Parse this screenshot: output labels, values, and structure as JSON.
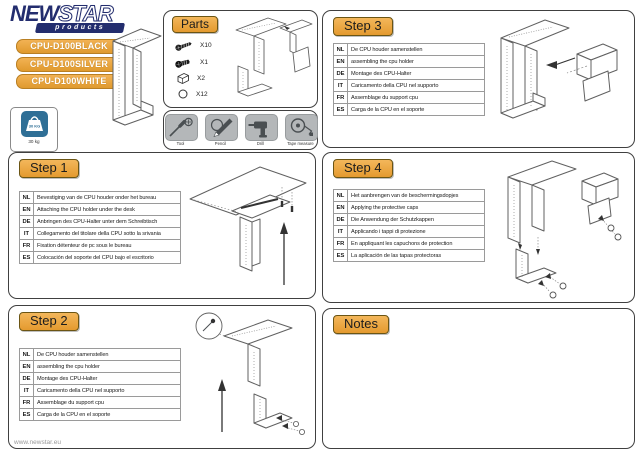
{
  "brand": {
    "logo_new": "NEW",
    "logo_star": "STAR",
    "logo_sub": "products",
    "website": "www.newstar.eu"
  },
  "products": {
    "black": "CPU-D100BLACK",
    "silver": "CPU-D100SILVER",
    "white": "CPU-D100WHITE"
  },
  "weight": {
    "badge": "30 KG",
    "caption": "30 kg"
  },
  "parts": {
    "title": "Parts",
    "items": [
      {
        "icon": "screw-icon",
        "qty": "X10"
      },
      {
        "icon": "bolt-icon",
        "qty": "X1"
      },
      {
        "icon": "nut-icon",
        "qty": "X2"
      },
      {
        "icon": "cap-icon",
        "qty": "X12"
      }
    ]
  },
  "tools": {
    "items": [
      {
        "icon": "screwdriver-icon",
        "label": "Tool"
      },
      {
        "icon": "pencil-icon",
        "label": "Pencil"
      },
      {
        "icon": "drill-icon",
        "label": "Drill"
      },
      {
        "icon": "tape-measure-icon",
        "label": "Tape measure"
      }
    ]
  },
  "steps": [
    {
      "title": "Step 1",
      "rows": [
        {
          "code": "NL",
          "text": "Bevestiging van de CPU houder  onder het bureau"
        },
        {
          "code": "EN",
          "text": "Attaching the CPU holder under the desk"
        },
        {
          "code": "DE",
          "text": "Anbringen des CPU-Halter unter dem Schreibtisch"
        },
        {
          "code": "IT",
          "text": "Collegamento del titolare della CPU sotto la srivania"
        },
        {
          "code": "FR",
          "text": "Fixation détenteur de pc  sous le bureau"
        },
        {
          "code": "ES",
          "text": "Colocación del soporte del CPU bajo el escritorio"
        }
      ]
    },
    {
      "title": "Step 2",
      "rows": [
        {
          "code": "NL",
          "text": "De  CPU houder samenstellen"
        },
        {
          "code": "EN",
          "text": "assembling the cpu holder"
        },
        {
          "code": "DE",
          "text": "Montage des CPU-Halter"
        },
        {
          "code": "IT",
          "text": "Caricamento della CPU nel supporto"
        },
        {
          "code": "FR",
          "text": "Assemblage du support cpu"
        },
        {
          "code": "ES",
          "text": "Carga de la CPU en el soporte"
        }
      ]
    },
    {
      "title": "Step 3",
      "rows": [
        {
          "code": "NL",
          "text": "De  CPU houder samenstellen"
        },
        {
          "code": "EN",
          "text": "assembling the cpu holder"
        },
        {
          "code": "DE",
          "text": "Montage des CPU-Halter"
        },
        {
          "code": "IT",
          "text": "Caricamento della CPU nel supporto"
        },
        {
          "code": "FR",
          "text": "Assemblage du support cpu"
        },
        {
          "code": "ES",
          "text": "Carga de la CPU en el soporte"
        }
      ]
    },
    {
      "title": "Step 4",
      "rows": [
        {
          "code": "NL",
          "text": "Het aanbrengen van de beschermingsdopjes"
        },
        {
          "code": "EN",
          "text": "Applying the protective caps"
        },
        {
          "code": "DE",
          "text": "Die Anwendung der Schutzkappen"
        },
        {
          "code": "IT",
          "text": "Applicando i tappi di protezione"
        },
        {
          "code": "FR",
          "text": "En appliquant les capuchons de protection"
        },
        {
          "code": "ES",
          "text": "La aplicación de las tapas protectoras"
        }
      ]
    }
  ],
  "notes": {
    "title": "Notes"
  },
  "colors": {
    "accent_orange": "#E9A33C",
    "navy": "#232D6E",
    "tile_gray": "#B4B7B9",
    "weight_blue": "#2F6F96",
    "panel_border": "#404040"
  }
}
